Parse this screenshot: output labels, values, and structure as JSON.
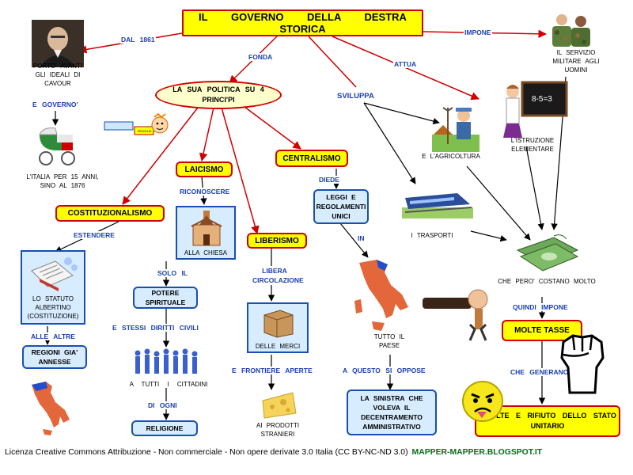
{
  "title": "IL GOVERNO DELLA DESTRA STORICA",
  "nodes": {
    "politica": "LA SUA POLITICA SU 4 PRINCI'PI",
    "laicismo": "LAICISMO",
    "centralismo": "CENTRALISMO",
    "costituzionalismo": "COSTITUZIONALISMO",
    "liberismo": "LIBERISMO",
    "leggi": "LEGGI E REGOLAMENTI UNICI",
    "potere": "POTERE SPIRITUALE",
    "regioni": "REGIONI GIA' ANNESSE",
    "religione": "RELIGIONE",
    "sinistra": "LA SINISTRA CHE VOLEVA IL DECENTRAMENTO AMMINISTRATIVO",
    "tasse": "MOLTE TASSE",
    "rivolte": "RIVOLTE E RIFIUTO DELLO STATO UNITARIO"
  },
  "edge_labels": {
    "dal": "DAL 1861",
    "fonda": "FONDA",
    "impone": "IMPONE",
    "attua": "ATTUA",
    "sviluppa": "SVILUPPA",
    "governo": "E GOVERNO'",
    "riconoscere": "RICONOSCERE",
    "diede": "DIEDE",
    "estendere": "ESTENDERE",
    "in": "IN",
    "solo_il": "SOLO IL",
    "libera": "LIBERA CIRCOLAZIONE",
    "stessi": "E STESSI DIRITTI CIVILI",
    "alle_altre": "ALLE ALTRE",
    "frontiere": "E FRONTIERE APERTE",
    "a_questo": "A QUESTO SI OPPOSE",
    "di_ogni": "DI OGNI",
    "quindi": "QUINDI IMPONE",
    "che_generano": "CHE GENERANO"
  },
  "picture_texts": {
    "cavour": "PORTO' AVANTI GLI IDEALI DI CAVOUR",
    "italia_1876": "L'ITALIA PER 15 ANNI, SINO AL 1876",
    "servizio": "IL SERVIZIO MILITARE AGLI UOMINI",
    "istruzione": "L'ISTRUZIONE ELEMENTARE",
    "agricoltura": "E L'AGRICOLTURA",
    "trasporti": "I TRASPORTI",
    "chiesa": "ALLA CHIESA",
    "statuto": "LO STATUTO ALBERTINO (COSTITUZIONE)",
    "merci": "DELLE MERCI",
    "tutti": "A TUTTI I CITTADINI",
    "stranieri": "AI PRODOTTI STRANIERI",
    "paese": "TUTTO IL PAESE",
    "costano": "CHE PERO' COSTANO MOLTO",
    "blackboard": "8-5=3",
    "mini_badge": "RIVOLUZ"
  },
  "footer": {
    "license": "Licenza Creative Commons Attribuzione - Non commerciale - Non opere derivate 3.0 Italia (CC BY-NC-ND 3.0)",
    "site": "MAPPER-MAPPER.BLOGSPOT.IT"
  },
  "colors": {
    "arrow_red": "#d00000",
    "arrow_black": "#000000",
    "node_fill": "#ffff00",
    "label_blue": "#1a3fb0",
    "site_green": "#0b6b1c"
  }
}
